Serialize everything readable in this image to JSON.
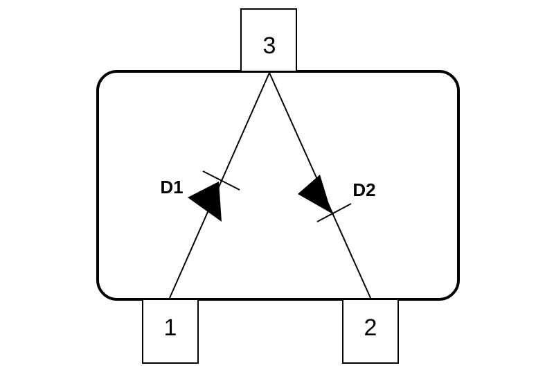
{
  "pins": {
    "pin1": "1",
    "pin2": "2",
    "pin3": "3"
  },
  "diodes": {
    "d1": "D1",
    "d2": "D2"
  },
  "colors": {
    "stroke": "#000000",
    "fill": "#000000",
    "background": "#ffffff"
  }
}
